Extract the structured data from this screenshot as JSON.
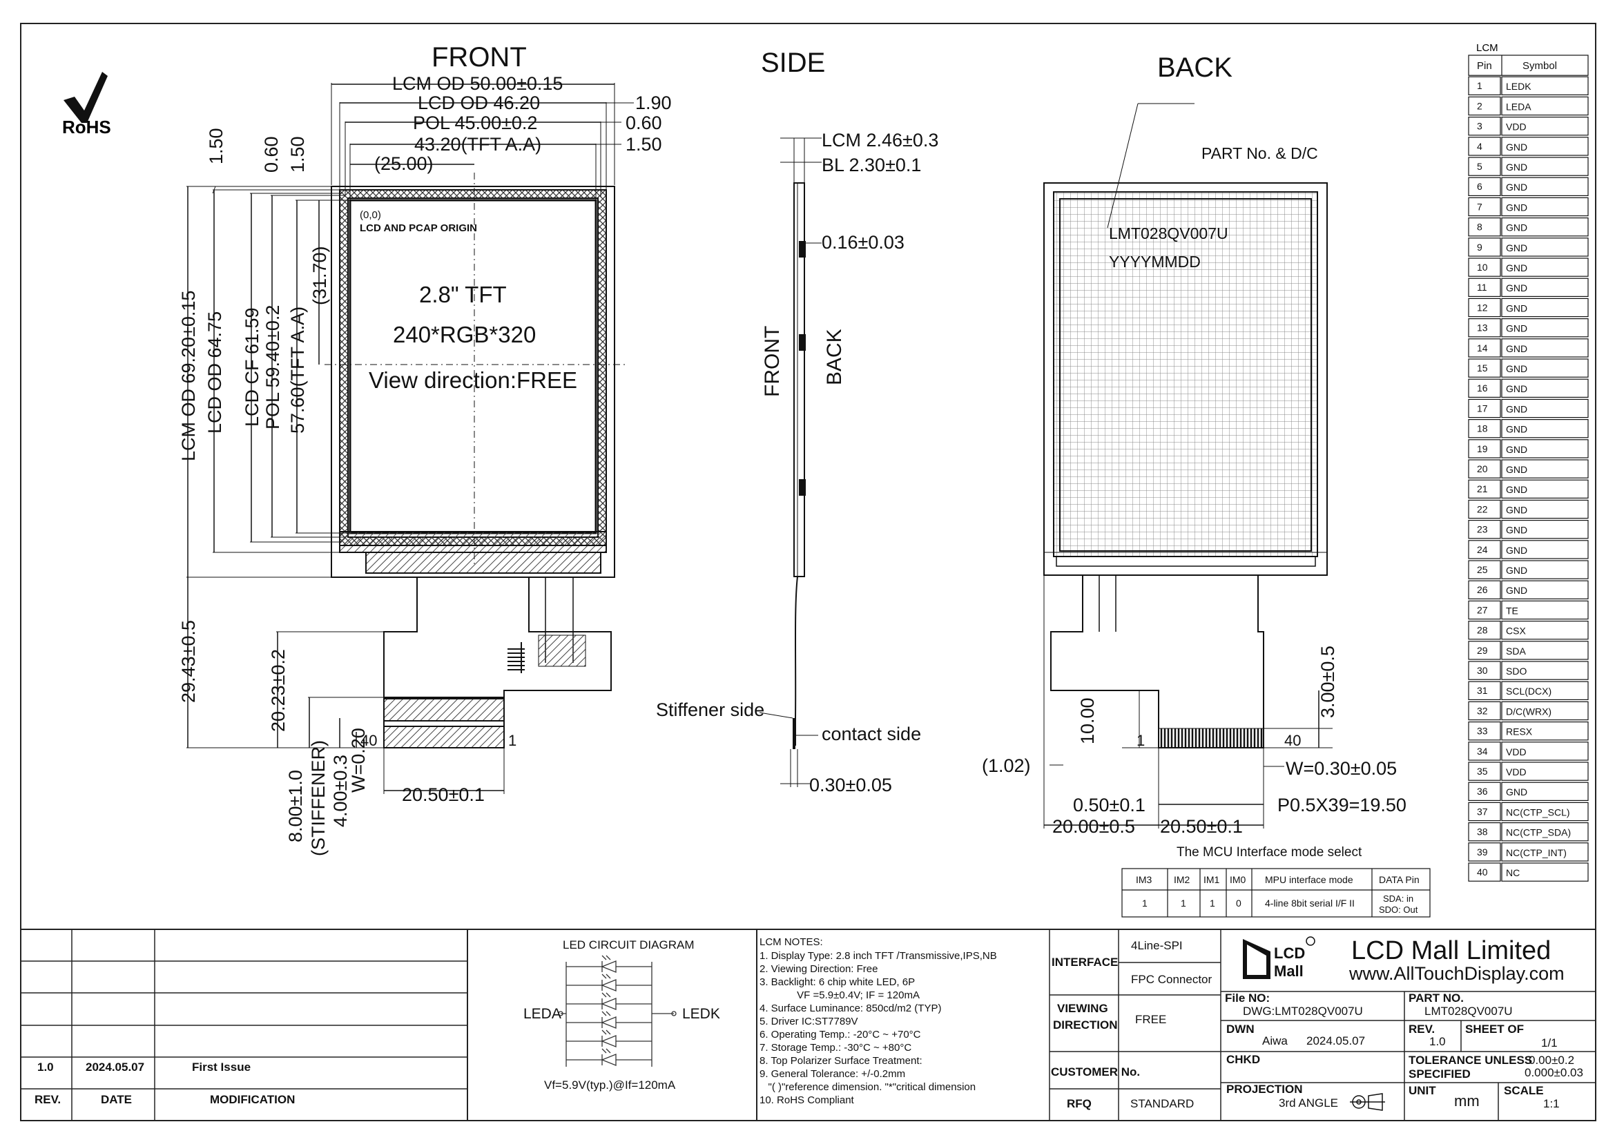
{
  "views": {
    "front": "FRONT",
    "side": "SIDE",
    "back": "BACK"
  },
  "rohs": "RoHS",
  "front": {
    "lcm_od_w": "LCM OD 50.00±0.15",
    "lcd_od_w": "LCD OD 46.20",
    "pol_w": "POL 45.00±0.2",
    "tft_aa_w": "43.20(TFT A.A)",
    "ref_25": "(25.00)",
    "d_190": "1.90",
    "d_060": "0.60",
    "d_150": "1.50",
    "v_150a": "1.50",
    "v_060": "0.60",
    "v_150b": "1.50",
    "v_3170": "(31.70)",
    "lcm_od_h": "LCM OD 69.20±0.15",
    "lcd_od_h": "LCD OD 64.75",
    "lcd_cf_h": "LCD CF 61.59",
    "pol_h": "POL 59.40±0.2",
    "tft_aa_h": "57.60(TFT A.A)",
    "origin1": "(0,0)",
    "origin2": "LCD AND PCAP ORIGIN",
    "size": "2.8\" TFT",
    "res": "240*RGB*320",
    "view": "View direction:FREE",
    "fpc_len": "29.43±0.5",
    "fpc_2023": "20.23±0.2",
    "stiff1": "8.00±1.0",
    "stiff2": "(STIFFENER)",
    "d_400": "4.00±0.3",
    "w020": "W=0.20",
    "pin40": "40",
    "pin1": "1",
    "w2050": "20.50±0.1"
  },
  "side": {
    "lcm_t": "LCM 2.46±0.3",
    "bl_t": "BL 2.30±0.1",
    "d016": "0.16±0.03",
    "front": "FRONT",
    "back": "BACK",
    "stiffener": "Stiffener side",
    "contact": "contact side",
    "d030": "0.30±0.05"
  },
  "back": {
    "partno_label": "PART No. & D/C",
    "partno": "LMT028QV007U",
    "date": "YYYYMMDD",
    "d300": "3.00±0.5",
    "d1000": "10.00",
    "d102": "(1.02)",
    "pin1": "1",
    "pin40": "40",
    "w030": "W=0.30±0.05",
    "d050": "0.50±0.1",
    "pitch": "P0.5X39=19.50",
    "d2000": "20.00±0.5",
    "d2050": "20.50±0.1"
  },
  "pin_table": {
    "title": "LCM",
    "headers": [
      "Pin",
      "Symbol"
    ],
    "rows": [
      [
        "1",
        "LEDK"
      ],
      [
        "2",
        "LEDA"
      ],
      [
        "3",
        "VDD"
      ],
      [
        "4",
        "GND"
      ],
      [
        "5",
        "GND"
      ],
      [
        "6",
        "GND"
      ],
      [
        "7",
        "GND"
      ],
      [
        "8",
        "GND"
      ],
      [
        "9",
        "GND"
      ],
      [
        "10",
        "GND"
      ],
      [
        "11",
        "GND"
      ],
      [
        "12",
        "GND"
      ],
      [
        "13",
        "GND"
      ],
      [
        "14",
        "GND"
      ],
      [
        "15",
        "GND"
      ],
      [
        "16",
        "GND"
      ],
      [
        "17",
        "GND"
      ],
      [
        "18",
        "GND"
      ],
      [
        "19",
        "GND"
      ],
      [
        "20",
        "GND"
      ],
      [
        "21",
        "GND"
      ],
      [
        "22",
        "GND"
      ],
      [
        "23",
        "GND"
      ],
      [
        "24",
        "GND"
      ],
      [
        "25",
        "GND"
      ],
      [
        "26",
        "GND"
      ],
      [
        "27",
        "TE"
      ],
      [
        "28",
        "CSX"
      ],
      [
        "29",
        "SDA"
      ],
      [
        "30",
        "SDO"
      ],
      [
        "31",
        "SCL(DCX)"
      ],
      [
        "32",
        "D/C(WRX)"
      ],
      [
        "33",
        "RESX"
      ],
      [
        "34",
        "VDD"
      ],
      [
        "35",
        "VDD"
      ],
      [
        "36",
        "GND"
      ],
      [
        "37",
        "NC(CTP_SCL)"
      ],
      [
        "38",
        "NC(CTP_SDA)"
      ],
      [
        "39",
        "NC(CTP_INT)"
      ],
      [
        "40",
        "NC"
      ]
    ]
  },
  "mcu": {
    "title": "The MCU Interface mode select",
    "headers": [
      "IM3",
      "IM2",
      "IM1",
      "IM0",
      "MPU interface mode",
      "DATA Pin"
    ],
    "row": [
      "1",
      "1",
      "1",
      "0",
      "4-line 8bit serial I/F II"
    ],
    "data_pin_1": "SDA: in",
    "data_pin_2": "SDO: Out"
  },
  "revision": {
    "rev": "1.0",
    "date": "2024.05.07",
    "mod": "First Issue",
    "h_rev": "REV.",
    "h_date": "DATE",
    "h_mod": "MODIFICATION"
  },
  "led": {
    "title": "LED CIRCUIT DIAGRAM",
    "leda": "LEDA",
    "ledk": "LEDK",
    "vf": "Vf=5.9V(typ.)@If=120mA"
  },
  "notes": {
    "title": "LCM NOTES:",
    "lines": [
      "1. Display Type: 2.8 inch  TFT /Transmissive,IPS,NB",
      "2. Viewing Direction: Free",
      "3. Backlight: 6 chip white LED, 6P",
      "             VF =5.9±0.4V; IF = 120mA",
      "4. Surface Luminance: 850cd/m2 (TYP)",
      "5. Driver IC:ST7789V",
      "6. Operating Temp.: -20°C ~ +70°C",
      "7. Storage Temp.: -30°C ~ +80°C",
      "8. Top Polarizer Surface Treatment:",
      "9. General Tolerance: +/-0.2mm",
      "   \"( )\"reference dimension. \"*\"critical dimension",
      "10. RoHS Compliant"
    ]
  },
  "title_block": {
    "interface_label": "INTERFACE",
    "interface_1": "4Line-SPI",
    "interface_2": "FPC Connector",
    "viewing_label_1": "VIEWING",
    "viewing_label_2": "DIRECTION",
    "viewing": "FREE",
    "customer_label": "CUSTOMER No.",
    "rfq_label": "RFQ",
    "rfq": "STANDARD",
    "company": "LCD Mall Limited",
    "website": "www.AllTouchDisplay.com",
    "logo_1": "LCD",
    "logo_2": "Mall",
    "file_no_label": "File NO:",
    "file_no": "DWG:LMT028QV007U",
    "part_no_label": "PART NO.",
    "part_no": "LMT028QV007U",
    "dwn_label": "DWN",
    "dwn_name": "Aiwa",
    "dwn_date": "2024.05.07",
    "rev_label": "REV.",
    "rev": "1.0",
    "sheet_label": "SHEET OF",
    "sheet": "1/1",
    "chkd_label": "CHKD",
    "tol_label_1": "TOLERANCE UNLESS",
    "tol_label_2": "SPECIFIED",
    "tol_1": "0.00±0.2",
    "tol_2": "0.000±0.03",
    "proj_label": "PROJECTION",
    "proj": "3rd ANGLE",
    "unit_label": "UNIT",
    "unit": "mm",
    "scale_label": "SCALE",
    "scale": "1:1"
  },
  "colors": {
    "line": "#111111",
    "frame": "#222222",
    "hatch": "#555555",
    "bg": "#ffffff"
  }
}
